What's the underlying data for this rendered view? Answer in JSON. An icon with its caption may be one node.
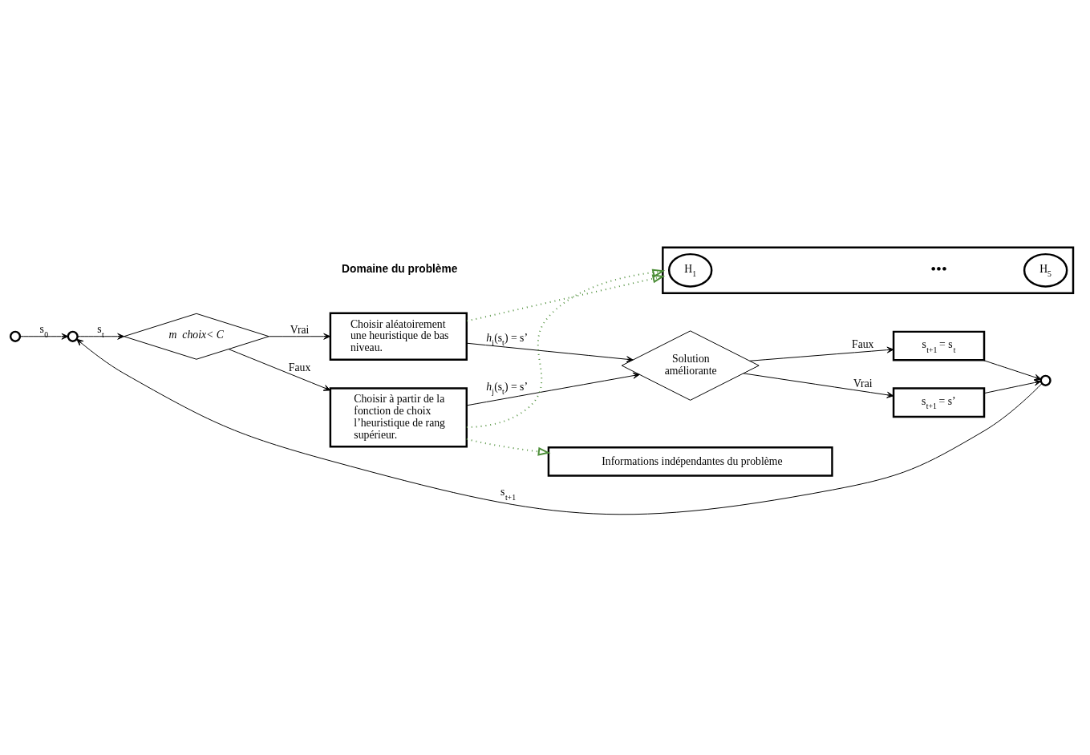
{
  "diagram": {
    "nodes": [
      {
        "text": [
          "Choisir aléatoirement une heuristique de bas niveau."
        ]
      },
      {
        "text": [
          "Choisir à partir de la fonction de choix l’heuristique de rang supérieur."
        ]
      },
      {
        "text": [
          "m  choix< C"
        ]
      },
      {
        "text": [
          "Solution améliorante"
        ]
      },
      {
        "text": [
          "s$_{t+1}$ = s$_{t}$"
        ]
      },
      {
        "text": [
          "s$_{t+1}$ = s’"
        ]
      },
      {
        "text": [],
        "shape": "circle"
      },
      {
        "text": [],
        "shape": "circle"
      },
      {
        "text": [],
        "shape": "circle"
      },
      {
        "text": [
          "Informations indépendantes du problème"
        ]
      },
      {
        "text": [],
        "shape": "box"
      },
      {
        "text": [
          "H$_{1}$"
        ],
        "in": 10
      },
      {
        "text": [
          "H$_{5}$"
        ],
        "in": 10
      }
    ],
    "edges": [
      {
        "from": 8,
        "to": 6,
        "arrow": "to",
        "label": "s$_{0}$"
      },
      {
        "from": 6,
        "to": 2,
        "arrow": "to",
        "label": "s$_{t}$"
      },
      {
        "from": 2,
        "to": 0,
        "arrow": "to",
        "label": "Vrai"
      },
      {
        "from": 2,
        "to": 1,
        "arrow": "to",
        "label": "Faux"
      },
      {
        "from": 0,
        "to": 3,
        "arrow": "to",
        "label": "*h*$_{i}$(s$_{t}$) = s’"
      },
      {
        "from": 1,
        "to": 3,
        "arrow": "to",
        "label": "*h*$_{j}$(s$_{t}$) = s’"
      },
      {
        "from": 3,
        "to": 4,
        "arrow": "to",
        "label": "Faux"
      },
      {
        "from": 3,
        "to": 5,
        "arrow": "to",
        "label": "Vrai"
      },
      {
        "from": 4,
        "to": 7,
        "arrow": "to"
      },
      {
        "from": 5,
        "to": 7,
        "arrow": "to"
      },
      {
        "from": 7,
        "to": 6,
        "arrow": "to",
        "label": "s$_{t+1}$"
      },
      {
        "from": 0,
        "to": 10,
        "arrow": "to",
        "style": "dashed",
        "color": "#4e8f3a"
      },
      {
        "from": 1,
        "to": 10,
        "arrow": "to",
        "style": "dashed",
        "color": "#4e8f3a"
      },
      {
        "from": 1,
        "to": 9,
        "arrow": "to",
        "style": "dashed",
        "color": "#4e8f3a"
      }
    ],
    "labels": [
      "•••",
      "Domaine du problème"
    ]
  }
}
